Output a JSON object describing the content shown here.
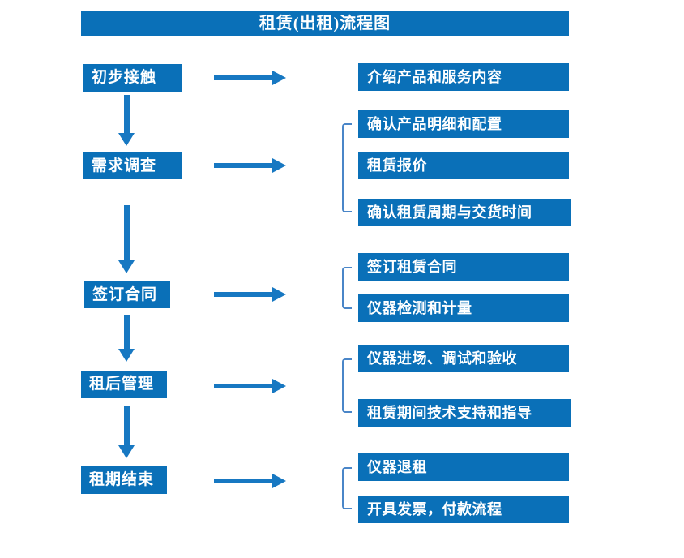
{
  "title": "租赁(出租)流程图",
  "colors": {
    "box_fill": "#0a70b8",
    "arrow": "#1778c2",
    "bracket": "#4a86c8",
    "text": "#ffffff",
    "background": "#ffffff"
  },
  "steps": [
    {
      "label": "初步接触",
      "targets": [
        "介绍产品和服务内容"
      ]
    },
    {
      "label": "需求调查",
      "targets": [
        "确认产品明细和配置",
        "租赁报价",
        "确认租赁周期与交货时间"
      ]
    },
    {
      "label": "签订合同",
      "targets": [
        "签订租赁合同",
        "仪器检测和计量"
      ]
    },
    {
      "label": "租后管理",
      "targets": [
        "仪器进场、调试和验收",
        "租赁期间技术支持和指导"
      ]
    },
    {
      "label": "租期结束",
      "targets": [
        "仪器退租",
        "开具发票，付款流程"
      ]
    }
  ]
}
